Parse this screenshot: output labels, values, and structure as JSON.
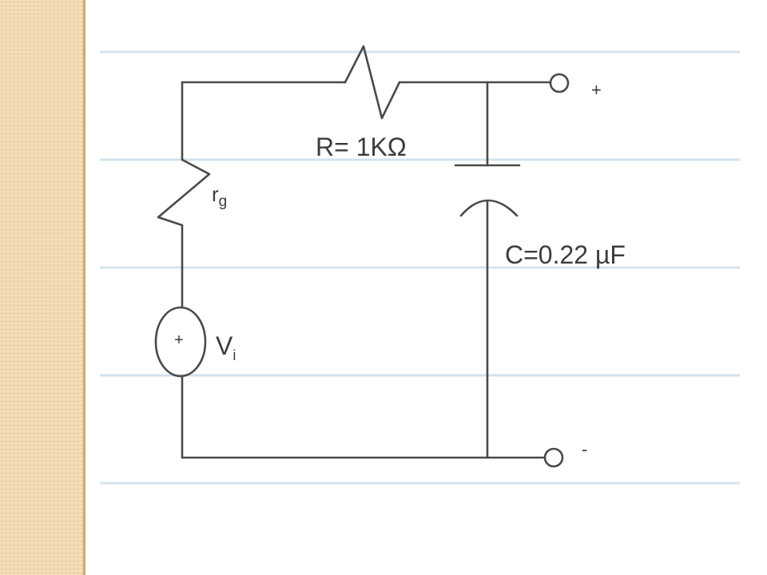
{
  "colors": {
    "side_panel": "#f3dfb7",
    "notebook_rule": "#d4e3ed",
    "wire": "#4a4a4a",
    "text": "#3c3c3c"
  },
  "diagram": {
    "resistor_label": "R= 1KΩ",
    "source_resistance_label": "r",
    "source_resistance_subscript": "g",
    "capacitor_label": "C=0.22 µF",
    "source_label": "V",
    "source_subscript": "i",
    "source_polarity": "+",
    "output_positive": "+",
    "output_negative": "-"
  }
}
